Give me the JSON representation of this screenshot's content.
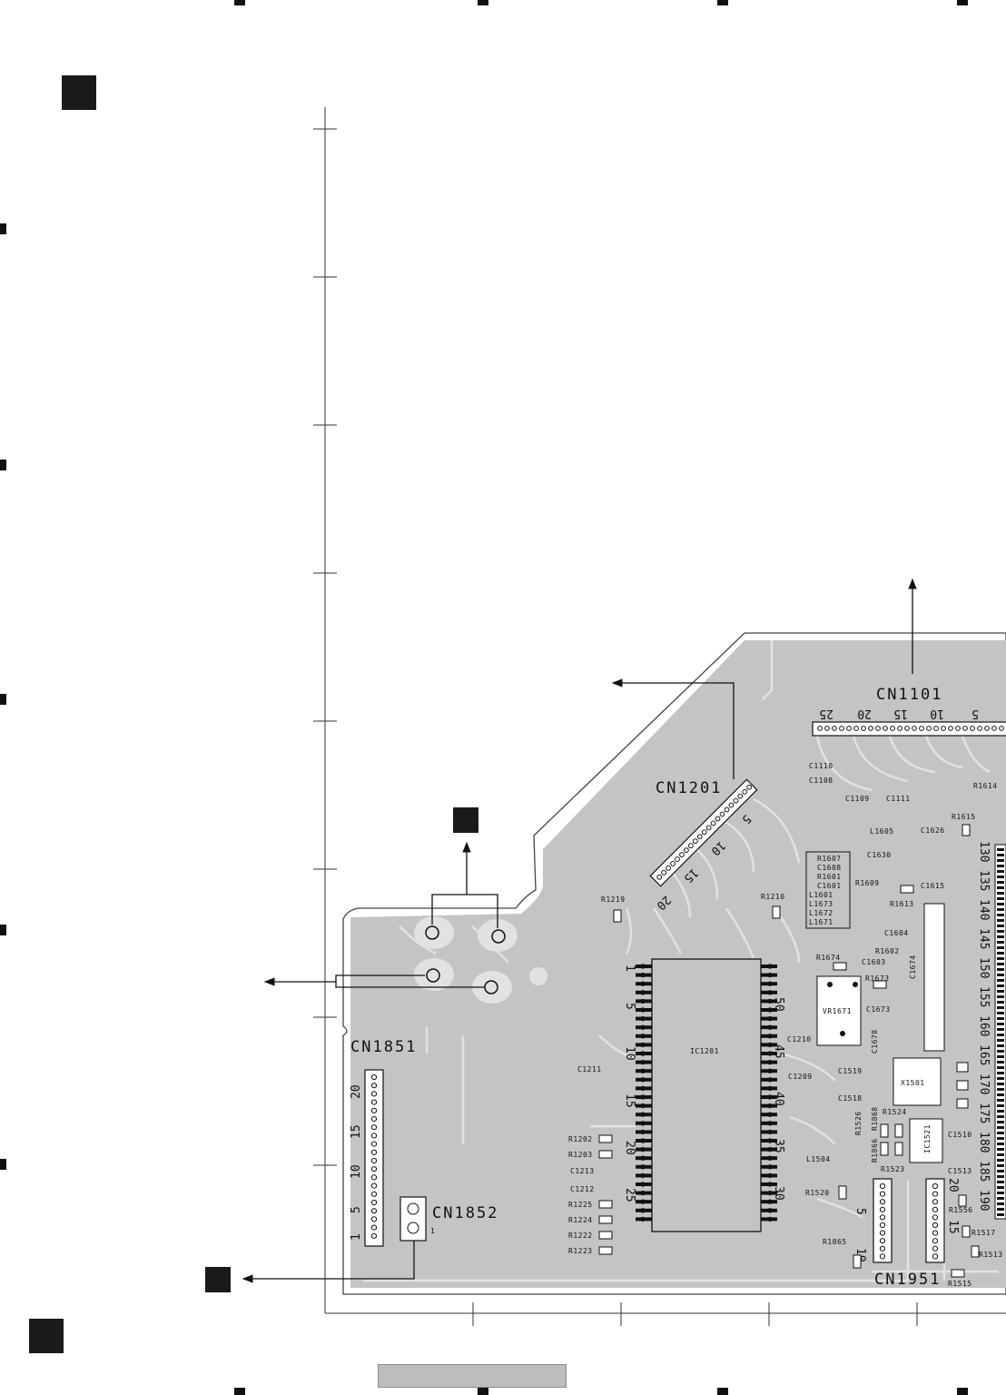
{
  "connectors": {
    "cn1101": "CN1101",
    "cn1201": "CN1201",
    "cn1851": "CN1851",
    "cn1852": "CN1852",
    "cn1951": "CN1951"
  },
  "ics": {
    "ic1201": "IC1201",
    "vr1671": "VR1671",
    "x1501": "X1501",
    "ic1521": "IC1521"
  },
  "cn1101_pins": [
    "25",
    "20",
    "15",
    "10",
    "5"
  ],
  "cn1201_pins": [
    "5",
    "10",
    "15",
    "20"
  ],
  "cn1851_pins": [
    "20",
    "15",
    "10",
    "5",
    "1"
  ],
  "cn1951_pins": [
    "20",
    "15",
    "5",
    "10"
  ],
  "cn1852_pin": "1",
  "ic_left_pins": [
    "1",
    "5",
    "10",
    "15",
    "20",
    "25"
  ],
  "ic_right_pins": [
    "50",
    "45",
    "40",
    "35",
    "30"
  ],
  "qfp_pins": [
    "130",
    "135",
    "140",
    "145",
    "150",
    "155",
    "160",
    "165",
    "170",
    "175",
    "180",
    "185",
    "190"
  ],
  "components": {
    "c1110": "C1110",
    "c1108": "C1108",
    "c1109": "C1109",
    "c1111": "C1111",
    "r1614": "R1614",
    "r1615": "R1615",
    "l1605": "L1605",
    "c1626": "C1626",
    "c1630": "C1630",
    "r1609": "R1609",
    "r1613": "R1613",
    "c1615": "C1615",
    "r1219": "R1219",
    "r1210": "R1210",
    "r1607": "R1607",
    "c1608": "C1608",
    "r1601": "R1601",
    "c1601": "C1601",
    "l1601": "L1601",
    "l1673": "L1673",
    "l1672": "L1672",
    "l1671": "L1671",
    "c1604": "C1604",
    "r1602": "R1602",
    "r1674": "R1674",
    "c1603": "C1603",
    "r1673": "R1673",
    "c1674": "C1674",
    "c1673": "C1673",
    "c1210": "C1210",
    "c1209": "C1209",
    "c1211": "C1211",
    "c1519": "C1519",
    "c1678": "C1678",
    "c1518": "C1518",
    "r1524": "R1524",
    "r1526": "R1526",
    "r1868": "R1868",
    "c1510": "C1510",
    "l1504": "L1504",
    "r1866": "R1866",
    "r1523": "R1523",
    "c1513": "C1513",
    "r1520": "R1520",
    "r1556": "R1556",
    "r1517": "R1517",
    "r1865": "R1865",
    "r1513": "R1513",
    "r1515": "R1515",
    "r1202": "R1202",
    "r1203": "R1203",
    "c1213": "C1213",
    "c1212": "C1212",
    "r1225": "R1225",
    "r1224": "R1224",
    "r1222": "R1222",
    "r1223": "R1223"
  },
  "colors": {
    "board": "#c4c4c4",
    "trace": "#e2e2e2",
    "ink": "#111111",
    "footer": "#bdbdbd"
  }
}
